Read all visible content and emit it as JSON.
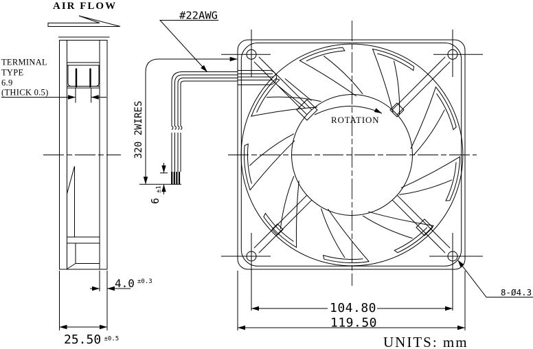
{
  "drawing": {
    "labels": {
      "air_flow": "AIR FLOW",
      "wire_gauge": "#22AWG",
      "rotation": "ROTATION",
      "units": "UNITS: mm",
      "terminal_line1": "TERMINAL",
      "terminal_line2": "TYPE",
      "terminal_line3": "6.9",
      "terminal_line4": "(THICK 0.5)",
      "mounting_holes": "8-Ø4.3"
    },
    "dimensions": {
      "wire_length": "320 2WIRES",
      "strip_length": "6",
      "strip_length_tol": "±1",
      "flange_thickness": "4.0",
      "flange_thickness_tol": "±0.3",
      "frame_depth": "25.50",
      "frame_depth_tol": "±0.5",
      "hole_pitch": "104.80",
      "frame_size": "119.50"
    },
    "colors": {
      "line": "#000000",
      "background": "#ffffff"
    }
  }
}
